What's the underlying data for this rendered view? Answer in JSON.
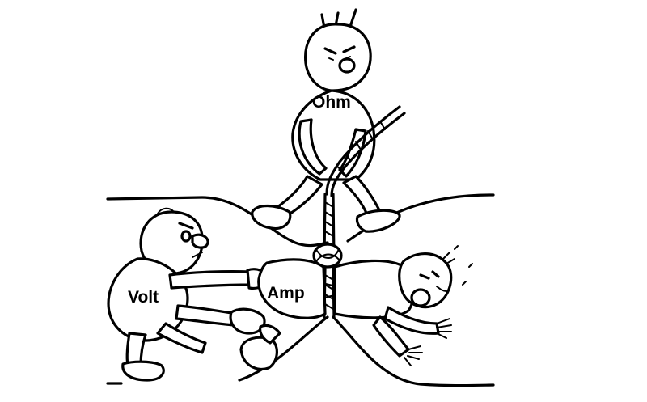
{
  "labels": {
    "ohm": "Ohm",
    "volt": "Volt",
    "amp": "Amp"
  },
  "colors": {
    "ink": "#000000",
    "paper": "#ffffff"
  }
}
